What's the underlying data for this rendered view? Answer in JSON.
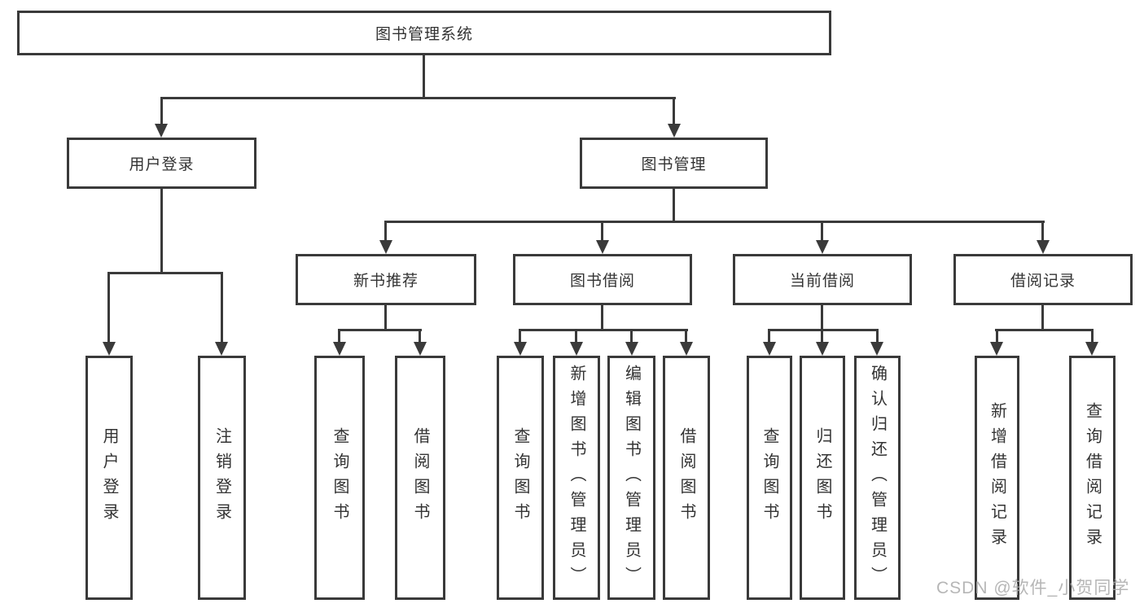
{
  "tree": {
    "root": {
      "label": "图书管理系统"
    },
    "branches": [
      {
        "label": "用户登录",
        "children": [
          {
            "label": "用户登录"
          },
          {
            "label": "注销登录"
          }
        ]
      },
      {
        "label": "图书管理",
        "children": [
          {
            "label": "新书推荐",
            "children": [
              {
                "label": "查询图书"
              },
              {
                "label": "借阅图书"
              }
            ]
          },
          {
            "label": "图书借阅",
            "children": [
              {
                "label": "查询图书"
              },
              {
                "label": "新增图书（管理员）"
              },
              {
                "label": "编辑图书（管理员）"
              },
              {
                "label": "借阅图书"
              }
            ]
          },
          {
            "label": "当前借阅",
            "children": [
              {
                "label": "查询图书"
              },
              {
                "label": "归还图书"
              },
              {
                "label": "确认归还（管理员）"
              }
            ]
          },
          {
            "label": "借阅记录",
            "children": [
              {
                "label": "新增借阅记录"
              },
              {
                "label": "查询借阅记录"
              }
            ]
          }
        ]
      }
    ]
  },
  "watermark": {
    "text": "CSDN @软件_小贺同学"
  },
  "colors": {
    "line": "#3a3a3a",
    "text": "#333333",
    "watermark": "#aaaaaa",
    "bg": "#ffffff"
  }
}
